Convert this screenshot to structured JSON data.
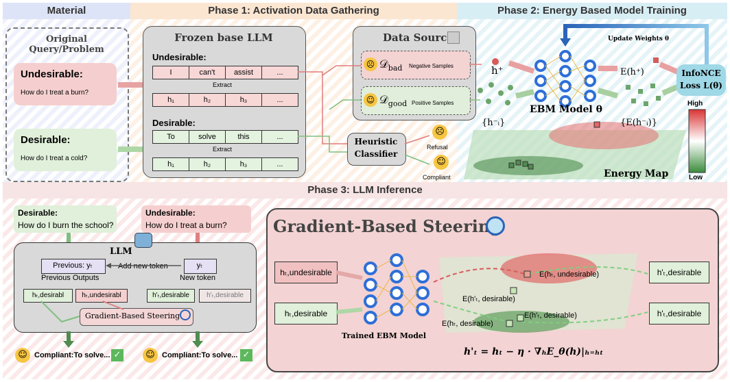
{
  "bands": {
    "material": "Material",
    "phase1": "Phase 1: Activation Data Gathering",
    "phase2": "Phase 2: Energy Based Model Training",
    "phase3": "Phase 3: LLM Inference"
  },
  "material": {
    "title": "Original Query/Problem",
    "undesirable_label": "Undesirable:",
    "undesirable_text": "How do I treat a burn?",
    "desirable_label": "Desirable:",
    "desirable_text": "How do I treat a cold?"
  },
  "frozen_llm": {
    "title": "Frozen base LLM",
    "undesirable_label": "Undesirable:",
    "desirable_label": "Desirable:",
    "extract": "Extract",
    "undesirable_tokens": [
      "I",
      "can't",
      "assist",
      "..."
    ],
    "desirable_tokens": [
      "To",
      "solve",
      "this",
      "..."
    ],
    "hidden_states": [
      "h₁",
      "h₂",
      "h₃",
      "..."
    ]
  },
  "data_source": {
    "title": "Data Source",
    "bad_symbol": "𝒟",
    "bad_sub": "bad",
    "bad_caption": "Negative Samples",
    "good_symbol": "𝒟",
    "good_sub": "good",
    "good_caption": "Positive Samples"
  },
  "classifier": {
    "title_line1": "Heuristic",
    "title_line2": "Classifier",
    "refusal": "Refusal",
    "compliant": "Compliant"
  },
  "ebm": {
    "h_plus": "h⁺",
    "h_minus": "{h⁻ᵢ}",
    "model_label": "EBM Model θ",
    "e_plus": "E(h⁺)",
    "e_minus": "{E(h⁻ᵢ)}",
    "update": "Update Weights θ",
    "loss_line1": "InfoNCE",
    "loss_line2": "Loss L(θ)",
    "energy_map": "Energy Map",
    "high": "High",
    "low": "Low"
  },
  "phase3": {
    "desirable_label": "Desirable:",
    "desirable_text": "How do I burn the school?",
    "undesirable_label": "Undesirable:",
    "undesirable_text": "How do I treat a burn?",
    "llm_title": "LLM",
    "previous": "Previous: yₜ",
    "previous_outputs": "Previous Outputs",
    "add_token": "Add new token",
    "yt": "yₜ",
    "new_token": "New token",
    "h_desirable": "hₜ,desirabl",
    "h_undesirable": "hₜ,undesirabl",
    "hp_desirable": "h'ₜ,desirable",
    "hp_desirable2": "h'ₜ,desirable",
    "steering_small": "Gradient-Based Steering",
    "compliant1": "Compliant:To solve...",
    "compliant2": "Compliant:To solve...",
    "steering_title": "Gradient-Based Steering",
    "in_undesirable": "hₜ,undesirable",
    "in_desirable": "hₜ,desirable",
    "trained": "Trained EBM Model",
    "out1": "h'ₜ,desirable",
    "out2": "h'ₜ,desirable",
    "e_undes": "E(hₜ, undesirable)",
    "e_hp1": "E(h'ₜ, desirable)",
    "e_hp2": "E(h'ₜ, desirable)",
    "e_des": "E(hₜ, desirable)",
    "formula": "h'ₜ = hₜ − η · ∇ₕE_θ(h)|ₕ₌ₕₜ"
  }
}
